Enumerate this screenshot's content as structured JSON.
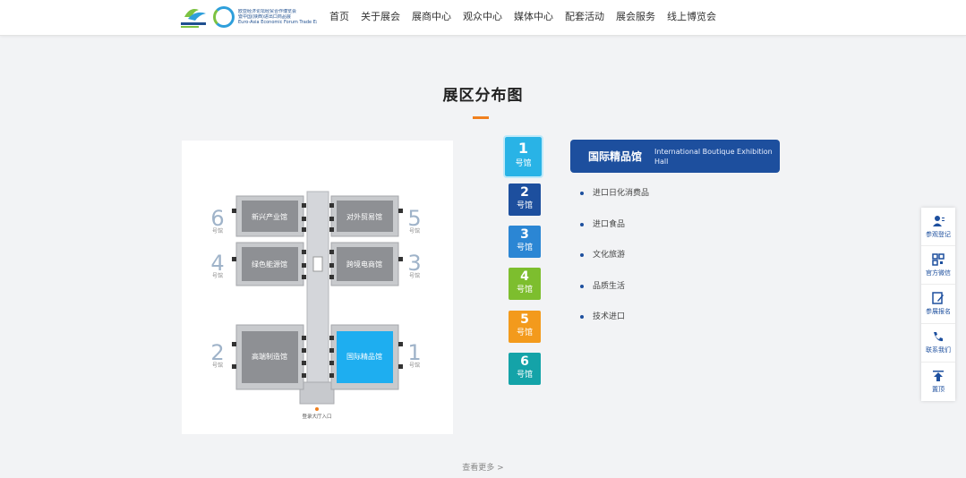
{
  "header": {
    "logo_text_lines": [
      "欧亚经济论坛经贸合作博览会",
      "暨中国(陕西)进出口商品展",
      "Euro-Asia Economic Forum Trade Expo"
    ],
    "nav": [
      "首页",
      "关于展会",
      "展商中心",
      "观众中心",
      "媒体中心",
      "配套活动",
      "展会服务",
      "线上博览会"
    ]
  },
  "section": {
    "title": "展区分布图"
  },
  "map": {
    "halls": [
      {
        "name": "新兴产业馆",
        "number": "6",
        "sub": "号馆"
      },
      {
        "name": "对外贸易馆",
        "number": "5",
        "sub": "号馆"
      },
      {
        "name": "绿色能源馆",
        "number": "4",
        "sub": "号馆"
      },
      {
        "name": "跨境电商馆",
        "number": "3",
        "sub": "号馆"
      },
      {
        "name": "高端制造馆",
        "number": "2",
        "sub": "号馆"
      },
      {
        "name": "国际精品馆",
        "number": "1",
        "sub": "号馆"
      }
    ],
    "entrance_label": "登录大厅入口"
  },
  "hall_buttons": [
    {
      "num": "1",
      "label": "号馆",
      "color": "#29b3e6"
    },
    {
      "num": "2",
      "label": "号馆",
      "color": "#1d4f9e"
    },
    {
      "num": "3",
      "label": "号馆",
      "color": "#2b86d4"
    },
    {
      "num": "4",
      "label": "号馆",
      "color": "#7dbe2e"
    },
    {
      "num": "5",
      "label": "号馆",
      "color": "#f39a1c"
    },
    {
      "num": "6",
      "label": "号馆",
      "color": "#14a3a8"
    }
  ],
  "selected_hall": {
    "name_cn": "国际精品馆",
    "name_en": "International Boutique Exhibition Hall",
    "categories": [
      "进口日化消费品",
      "进口食品",
      "文化旅游",
      "品质生活",
      "技术进口"
    ]
  },
  "more_link": "查看更多 >",
  "sidebar": [
    "参观登记",
    "官方微信",
    "参展报名",
    "联系我们",
    "置顶"
  ],
  "colors": {
    "accent": "#f0801e",
    "brand": "#1d4f9e",
    "highlight_hall": "#1eaef0"
  }
}
